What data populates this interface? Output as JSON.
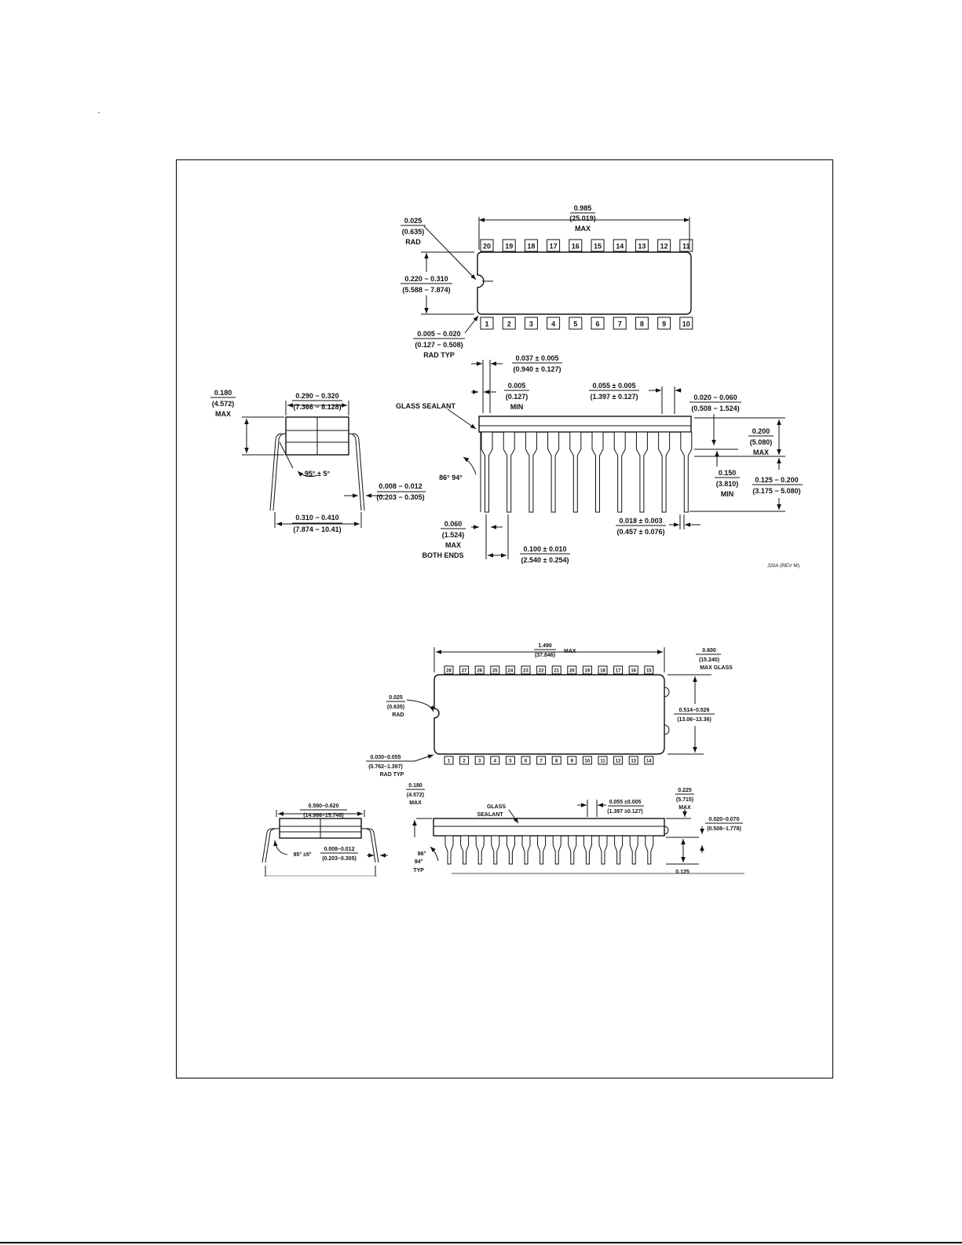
{
  "pkg1": {
    "top_view": {
      "length": "0.985",
      "length_mm": "(25.019)",
      "length_note": "MAX",
      "notch_rad": "0.025",
      "notch_rad_mm": "(0.635)",
      "notch_rad_note": "RAD",
      "width": "0.220 − 0.310",
      "width_mm": "(5.588 − 7.874)",
      "corner_rad": "0.005 − 0.020",
      "corner_rad_mm": "(0.127 − 0.508)",
      "corner_rad_note": "RAD TYP",
      "pins_top": [
        "20",
        "19",
        "18",
        "17",
        "16",
        "15",
        "14",
        "13",
        "12",
        "11"
      ],
      "pins_bottom": [
        "1",
        "2",
        "3",
        "4",
        "5",
        "6",
        "7",
        "8",
        "9",
        "10"
      ]
    },
    "end_view": {
      "height": "0.180",
      "height_mm": "(4.572)",
      "height_note": "MAX",
      "body_width": "0.290 − 0.320",
      "body_width_mm": "(7.366 − 8.128)",
      "angle": "95° ± 5°",
      "lead_thk": "0.008 − 0.012",
      "lead_thk_mm": "(0.203 − 0.305)",
      "row_spacing": "0.310 − 0.410",
      "row_spacing_mm": "(7.874 − 10.41)"
    },
    "side_view": {
      "shoulder": "0.037 ± 0.005",
      "shoulder_mm": "(0.940 ± 0.127)",
      "min_gap": "0.005",
      "min_gap_mm": "(0.127)",
      "min_gap_note": "MIN",
      "glass_sealant": "GLASS SEALANT",
      "lead_width": "0.055 ± 0.005",
      "lead_width_mm": "(1.397 ± 0.127)",
      "standoff": "0.020 − 0.060",
      "standoff_mm": "(0.508 − 1.524)",
      "seated_height": "0.200",
      "seated_height_mm": "(5.080)",
      "seated_height_note": "MAX",
      "angle": "86° 94°",
      "lead_len_min": "0.150",
      "lead_len_min_mm": "(3.810)",
      "lead_len_min_note": "MIN",
      "lead_len": "0.125 − 0.200",
      "lead_len_mm": "(3.175 − 5.080)",
      "end_dim": "0.060",
      "end_dim_mm": "(1.524)",
      "end_dim_note1": "MAX",
      "end_dim_note2": "BOTH ENDS",
      "lead_tip": "0.018 ± 0.003",
      "lead_tip_mm": "(0.457 ± 0.076)",
      "pitch": "0.100 ± 0.010",
      "pitch_mm": "(2.540 ± 0.254)"
    },
    "drawing_id": "J20A (REV M)"
  },
  "pkg2": {
    "top_view": {
      "length": "1.490",
      "length_mm": "(37.846)",
      "length_note": "MAX",
      "glass_width": "0.600",
      "glass_width_mm": "(15.240)",
      "glass_width_note": "MAX GLASS",
      "notch_rad": "0.025",
      "notch_rad_mm": "(0.635)",
      "notch_rad_note": "RAD",
      "width": "0.514–0.526",
      "width_mm": "(13.06–13.36)",
      "corner_rad": "0.030–0.055",
      "corner_rad_mm": "(0.762–1.397)",
      "corner_rad_note": "RAD TYP",
      "pins_top": [
        "28",
        "27",
        "26",
        "25",
        "24",
        "23",
        "22",
        "21",
        "20",
        "19",
        "18",
        "17",
        "16",
        "15"
      ],
      "pins_bottom": [
        "1",
        "2",
        "3",
        "4",
        "5",
        "6",
        "7",
        "8",
        "9",
        "10",
        "11",
        "12",
        "13",
        "14"
      ]
    },
    "end_view": {
      "body_width": "0.590–0.620",
      "body_width_mm": "(14.986–15.748)",
      "angle": "95° ±5°",
      "lead_thk": "0.008–0.012",
      "lead_thk_mm": "(0.203–0.305)"
    },
    "side_view": {
      "height": "0.180",
      "height_mm": "(4.572)",
      "height_note": "MAX",
      "glass_sealant_1": "GLASS",
      "glass_sealant_2": "SEALANT",
      "lead_width": "0.055 ±0.005",
      "lead_width_mm": "(1.397 ±0.127)",
      "seated_height": "0.225",
      "seated_height_mm": "(5.715)",
      "seated_height_note": "MAX",
      "standoff": "0.020–0.070",
      "standoff_mm": "(0.508–1.778)",
      "angle_1": "86°",
      "angle_2": "94°",
      "angle_note": "TYP",
      "lead_len": "0.125"
    }
  }
}
